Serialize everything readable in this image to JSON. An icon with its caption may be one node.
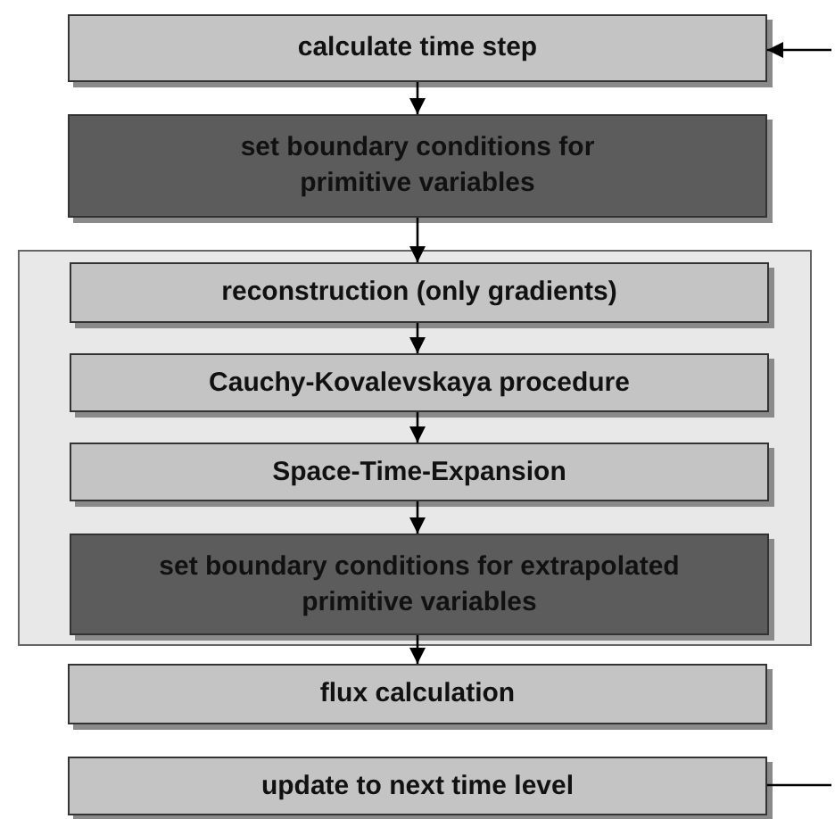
{
  "diagram": {
    "nodes": [
      {
        "text": [
          "calculate time step"
        ]
      },
      {
        "text": [
          "set boundary conditions for primitive variables"
        ]
      },
      {
        "text": [],
        "shape": "box"
      },
      {
        "text": [
          "reconstruction (only gradients)"
        ],
        "in": 2
      },
      {
        "text": [
          "Cauchy-Kovalevskaya procedure"
        ],
        "in": 2
      },
      {
        "text": [
          "Space-Time-Expansion"
        ],
        "in": 2
      },
      {
        "text": [
          "set boundary conditions for extrapolated primitive variables"
        ],
        "in": 2
      },
      {
        "text": [
          "flux calculation"
        ]
      },
      {
        "text": [
          "update to next time level"
        ]
      }
    ],
    "edges": [
      {
        "from": null,
        "to": 0,
        "arrow": "to"
      },
      {
        "from": 0,
        "to": 1,
        "arrow": "to"
      },
      {
        "from": 1,
        "to": 3,
        "arrow": "to"
      },
      {
        "from": 3,
        "to": 4,
        "arrow": "to"
      },
      {
        "from": 4,
        "to": 5,
        "arrow": "to"
      },
      {
        "from": 5,
        "to": 6,
        "arrow": "to"
      },
      {
        "from": 6,
        "to": 7,
        "arrow": "to"
      },
      {
        "from": 8,
        "to": null,
        "arrow": "none"
      }
    ]
  }
}
